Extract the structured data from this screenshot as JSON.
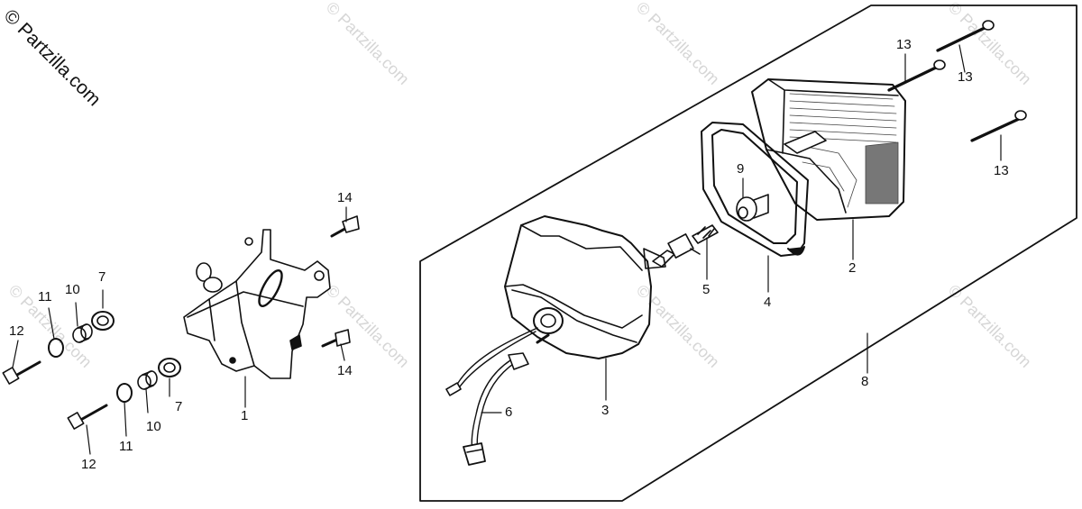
{
  "watermark": {
    "corner_text": "© Partzilla.com",
    "tile_text": "© Partzilla.com"
  },
  "callouts": {
    "c1": "1",
    "c2": "2",
    "c3": "3",
    "c4": "4",
    "c5": "5",
    "c6": "6",
    "c7": "7",
    "c8": "8",
    "c9": "9",
    "c10": "10",
    "c11": "11",
    "c12": "12",
    "c13": "13",
    "c14": "14"
  },
  "colors": {
    "ink": "#111111",
    "watermark": "#d6d6d6",
    "background": "#ffffff"
  }
}
